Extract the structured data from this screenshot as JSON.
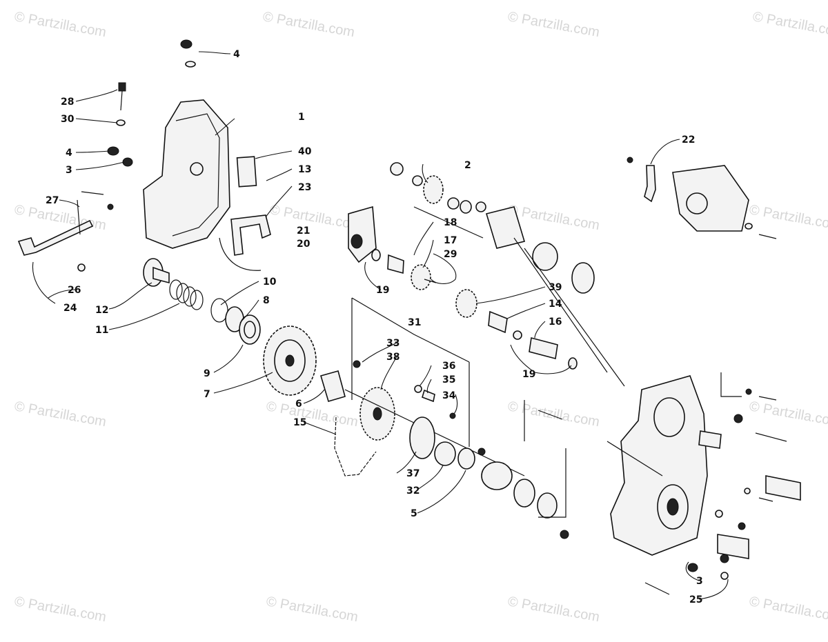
{
  "watermark": "© Partzilla.com",
  "callouts": [
    "1",
    "2",
    "3",
    "4",
    "5",
    "6",
    "7",
    "8",
    "9",
    "10",
    "11",
    "12",
    "13",
    "14",
    "15",
    "16",
    "17",
    "18",
    "19",
    "20",
    "21",
    "22",
    "23",
    "24",
    "25",
    "26",
    "27",
    "28",
    "29",
    "30",
    "31",
    "32",
    "33",
    "34",
    "35",
    "36",
    "37",
    "38",
    "39",
    "40"
  ]
}
